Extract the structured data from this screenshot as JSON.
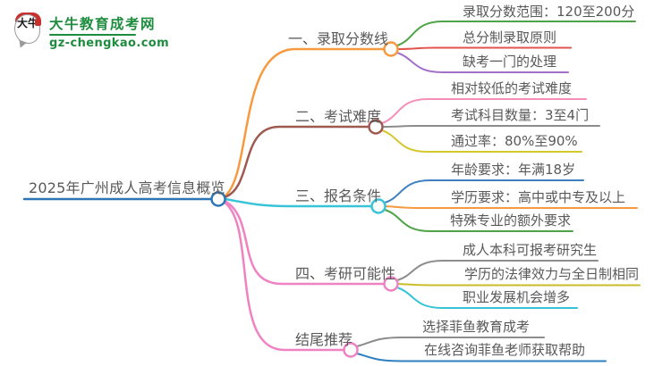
{
  "logo": {
    "title": "大牛教育成考网",
    "domain": "gz-chengkao.com",
    "icon_text": "大牛",
    "brand_green": "#1e8c3e",
    "brand_red": "#c9302c"
  },
  "central": {
    "label": "2025年广州成人高考信息概览",
    "color": "#2e75b6"
  },
  "branches": [
    {
      "label": "一、录取分数线",
      "color": "#f7993f",
      "children": [
        {
          "label": "录取分数范围：120至200分",
          "color": "#4ea346"
        },
        {
          "label": "总分制录取原则",
          "color": "#e2534d"
        },
        {
          "label": "缺考一门的处理",
          "color": "#a46fc9"
        }
      ]
    },
    {
      "label": "二、考试难度",
      "color": "#9e5a50",
      "children": [
        {
          "label": "相对较低的考试难度",
          "color": "#f48fb8"
        },
        {
          "label": "考试科目数量：3至4门",
          "color": "#8c8c8c"
        },
        {
          "label": "通过率：80%至90%",
          "color": "#d5c82e"
        }
      ]
    },
    {
      "label": "三、报名条件",
      "color": "#38c3d8",
      "children": [
        {
          "label": "年龄要求：年满18岁",
          "color": "#3f7fc0"
        },
        {
          "label": "学历要求：高中或中专及以上",
          "color": "#f7993f"
        },
        {
          "label": "特殊专业的额外要求",
          "color": "#4ea346"
        }
      ]
    },
    {
      "label": "四、考研可能性",
      "color": "#ef82c2",
      "children": [
        {
          "label": "成人本科可报考研究生",
          "color": "#8c8c8c"
        },
        {
          "label": "学历的法律效力与全日制相同",
          "color": "#c9be2a"
        },
        {
          "label": "职业发展机会增多",
          "color": "#35c4d7"
        }
      ]
    },
    {
      "label": "结尾推荐",
      "color": "#ef82c2",
      "children": [
        {
          "label": "选择菲鱼教育成考",
          "color": "#8c8c8c"
        },
        {
          "label": "在线咨询菲鱼老师获取帮助",
          "color": "#2e7fc0"
        }
      ]
    }
  ]
}
